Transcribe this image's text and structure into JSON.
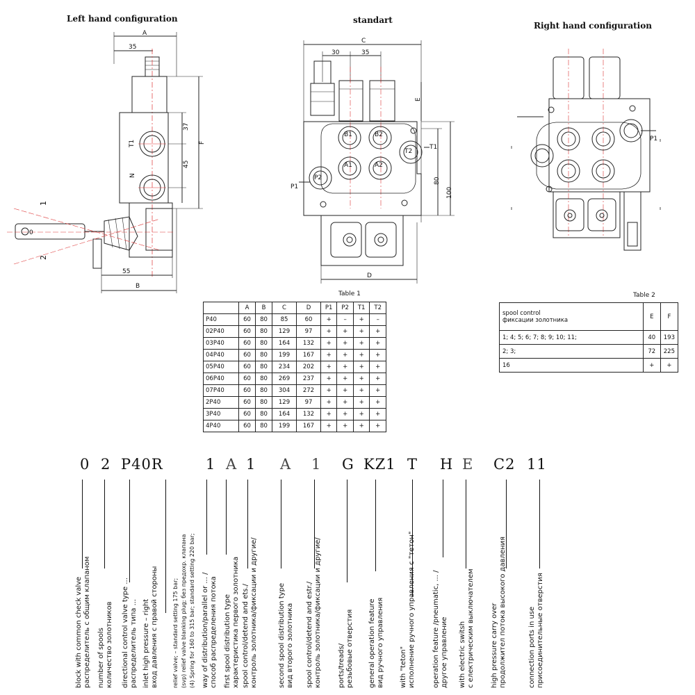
{
  "titles": {
    "left": "Left hand configuration",
    "standart": "standart",
    "right": "Right hand configuration"
  },
  "left_view": {
    "dims": {
      "A": "A",
      "B": "B",
      "F": "F",
      "d35": "35",
      "d37": "37",
      "d45": "45",
      "d55": "55"
    },
    "ports": {
      "t1": "T1",
      "n": "N"
    },
    "positions": {
      "p0": "0",
      "p1": "1",
      "p2": "2"
    }
  },
  "std_view": {
    "dims": {
      "C": "C",
      "D": "D",
      "E": "E",
      "d30": "30",
      "d35": "35",
      "d80": "80",
      "d100": "100"
    },
    "ports": {
      "b1": "B1",
      "b2": "B2",
      "a1": "A1",
      "a2": "A2",
      "t2": "T2",
      "p2": "P2",
      "t1": "T1",
      "p1": "P1"
    }
  },
  "right_view": {
    "ports": {
      "p1": "P1"
    }
  },
  "table1": {
    "caption": "Table 1",
    "headers": [
      "",
      "A",
      "B",
      "C",
      "D",
      "P1",
      "P2",
      "T1",
      "T2"
    ],
    "rows": [
      [
        "P40",
        "60",
        "80",
        "85",
        "60",
        "+",
        "–",
        "+",
        "–"
      ],
      [
        "02P40",
        "60",
        "80",
        "129",
        "97",
        "+",
        "+",
        "+",
        "+"
      ],
      [
        "03P40",
        "60",
        "80",
        "164",
        "132",
        "+",
        "+",
        "+",
        "+"
      ],
      [
        "04P40",
        "60",
        "80",
        "199",
        "167",
        "+",
        "+",
        "+",
        "+"
      ],
      [
        "05P40",
        "60",
        "80",
        "234",
        "202",
        "+",
        "+",
        "+",
        "+"
      ],
      [
        "06P40",
        "60",
        "80",
        "269",
        "237",
        "+",
        "+",
        "+",
        "+"
      ],
      [
        "07P40",
        "60",
        "80",
        "304",
        "272",
        "+",
        "+",
        "+",
        "+"
      ],
      [
        "2P40",
        "60",
        "80",
        "129",
        "97",
        "+",
        "+",
        "+",
        "+"
      ],
      [
        "3P40",
        "60",
        "80",
        "164",
        "132",
        "+",
        "+",
        "+",
        "+"
      ],
      [
        "4P40",
        "60",
        "80",
        "199",
        "167",
        "+",
        "+",
        "+",
        "+"
      ]
    ]
  },
  "table2": {
    "caption": "Table 2",
    "header_line1": "spool control",
    "header_line2": "фиксации золотника",
    "col_e": "E",
    "col_f": "F",
    "rows": [
      [
        "1; 4; 5; 6; 7; 8; 9; 10; 11;",
        "40",
        "193"
      ],
      [
        "2; 3;",
        "72",
        "225"
      ],
      [
        "16",
        "+",
        "+"
      ]
    ]
  },
  "code": [
    "0",
    "2",
    "P40R",
    "1",
    "A",
    "1",
    "A",
    "1",
    "G",
    "KZ1",
    "T",
    "H",
    "E",
    "C2",
    "11"
  ],
  "legend": [
    [
      "block with common check valve",
      "распределитель с общим клапаном"
    ],
    [
      "number of spools",
      "количество золотников"
    ],
    [
      "directional control valve type ...",
      "распределитель типа ..."
    ],
    [
      "inlet high pressure – right",
      "вход давления с правой стороны"
    ],
    [
      "relief valve; – standard setting 175 bar;",
      "(svp) relief valve blanking plug; без предохр. клапана",
      "(4) Spring for 160 to 315 bar; standard setting 220 bar;"
    ],
    [
      "way of distribution/parallel or ... /",
      "способ распределения потока"
    ],
    [
      "first spool distribution type",
      "характеристика первого золотника"
    ],
    [
      "spool control/detend and ets./",
      "контроль золотника/фиксации и другие/"
    ],
    [
      "second spool distribution type",
      "вид второго золотника"
    ],
    [
      "spool control/detend and estr./",
      "контроль золотника/фиксации и другие/"
    ],
    [
      "ports/treads/",
      "резьбовые отверстия"
    ],
    [
      "general operation feature",
      "вид ручного управления"
    ],
    [
      "with \"teton\"",
      "исполнение ручного управления с \"тетон\""
    ],
    [
      "operation feature /pneumatic, ... /",
      "другое управление"
    ],
    [
      "with electric switsh",
      "с електрическим выключателем"
    ],
    [
      "high pressure carry over",
      "продолжител потока высокого давления"
    ],
    [
      "connection ports in use",
      "присоединительные отверстия"
    ]
  ]
}
